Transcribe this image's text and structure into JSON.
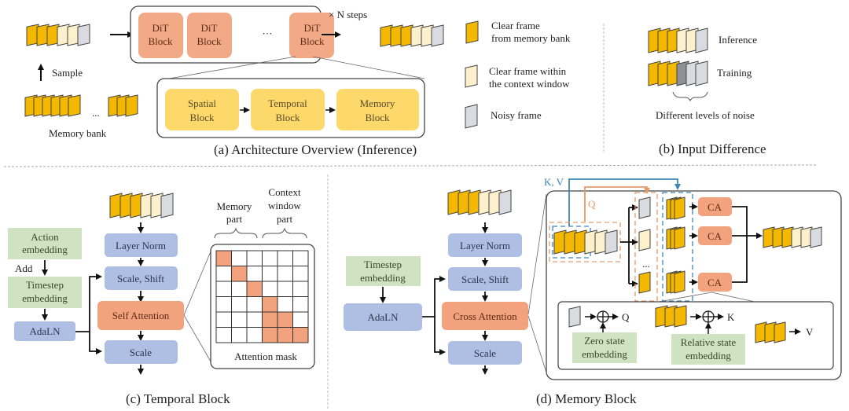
{
  "colors": {
    "memory_frame": "#f5b800",
    "context_frame": "#fdf0cc",
    "noisy_frame": "#d9dbe0",
    "dark_noisy_frame": "#8e9096",
    "dit_block": "#f2a985",
    "sub_block": "#fcd96a",
    "blue_block": "#aebfe3",
    "attention_block": "#f2a27c",
    "green_block": "#cfe3c2",
    "kv_line": "#3f86b5",
    "q_line": "#e59a6a"
  },
  "panel_a": {
    "caption": "(a) Architecture Overview (Inference)",
    "sample_label": "Sample",
    "memory_bank_label": "Memory bank",
    "ellipsis": "...",
    "steps_label": "× N steps",
    "dit_blocks": [
      {
        "line1": "DiT",
        "line2": "Block"
      },
      {
        "line1": "DiT",
        "line2": "Block"
      },
      {
        "line1": "DiT",
        "line2": "Block"
      }
    ],
    "dit_ellipsis": "···",
    "sub_blocks": [
      {
        "line1": "Spatial",
        "line2": "Block"
      },
      {
        "line1": "Temporal",
        "line2": "Block"
      },
      {
        "line1": "Memory",
        "line2": "Block"
      }
    ]
  },
  "legend": {
    "items": [
      {
        "line1": "Clear frame",
        "line2": "from memory bank",
        "kind": "memory"
      },
      {
        "line1": "Clear frame within",
        "line2": "the context window",
        "kind": "context"
      },
      {
        "line1": "Noisy frame",
        "line2": "",
        "kind": "noisy"
      }
    ]
  },
  "panel_b": {
    "caption": "(b) Input Difference",
    "inference_label": "Inference",
    "training_label": "Training",
    "noise_label": "Different levels of noise"
  },
  "panel_c": {
    "caption": "(c) Temporal Block",
    "action_embedding": {
      "line1": "Action",
      "line2": "embedding"
    },
    "add_label": "Add",
    "timestep_embedding": {
      "line1": "Timestep",
      "line2": "embedding"
    },
    "adaln": "AdaLN",
    "layer_norm": "Layer Norm",
    "scale_shift": "Scale, Shift",
    "self_attention": "Self Attention",
    "scale": "Scale",
    "memory_part": {
      "line1": "Memory",
      "line2": "part"
    },
    "context_part": {
      "line1": "Context",
      "line2": "window",
      "line3": "part"
    },
    "attention_mask_label": "Attention mask",
    "attention_mask": [
      [
        1,
        0,
        0,
        0,
        0,
        0
      ],
      [
        0,
        1,
        0,
        0,
        0,
        0
      ],
      [
        0,
        0,
        1,
        0,
        0,
        0
      ],
      [
        0,
        0,
        0,
        1,
        0,
        0
      ],
      [
        0,
        0,
        0,
        1,
        1,
        0
      ],
      [
        0,
        0,
        0,
        1,
        1,
        1
      ]
    ]
  },
  "panel_d": {
    "caption": "(d) Memory Block",
    "timestep_embedding": {
      "line1": "Timestep",
      "line2": "embedding"
    },
    "adaln": "AdaLN",
    "layer_norm": "Layer Norm",
    "scale_shift": "Scale, Shift",
    "cross_attention": "Cross Attention",
    "scale": "Scale",
    "kv_label": "K, V",
    "q_label": "Q",
    "ca_label": "CA",
    "ellipsis": "...",
    "zero_state": {
      "line1": "Zero state",
      "line2": "embedding"
    },
    "relative_state": {
      "line1": "Relative state",
      "line2": "embedding"
    },
    "q_out": "Q",
    "k_out": "K",
    "v_out": "V"
  }
}
